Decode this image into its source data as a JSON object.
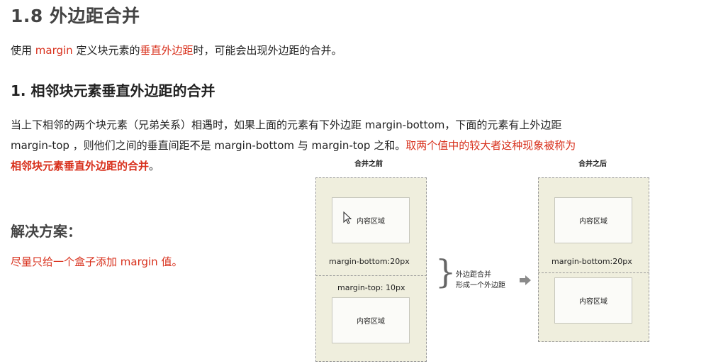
{
  "heading": "1.8 外边距合并",
  "intro": {
    "p1": "使用 ",
    "code": "margin",
    "p2": " 定义块元素的",
    "highlight": "垂直外边距",
    "p3": "时，可能会出现外边距的合并。"
  },
  "section_title": "1. 相邻块元素垂直外边距的合并",
  "paragraph": {
    "t1": "当上下相邻的两个块元素（兄弟关系）相遇时，如果上面的元素有下外边距 margin-bottom，下面的元素有上外边距 margin-top ，则他们之间的垂直间距不是 margin-bottom 与 margin-top 之和。",
    "t2": "取两个值中的较大者这种现象被称为",
    "t3": "相邻块元素垂直外边距的合并",
    "t4": "。"
  },
  "solution_title": "解决方案：",
  "solution_text": "尽量只给一个盒子添加 margin 值。",
  "diagram": {
    "before_label": "合并之前",
    "after_label": "合并之后",
    "content_label": "内容区域",
    "margin_bottom": "margin-bottom:20px",
    "margin_top": "margin-top: 10px",
    "annotation_line1": "外边距合并",
    "annotation_line2": "形成一个外边距"
  },
  "colors": {
    "accent_red": "#d8301c",
    "margin_area": "#efeedd",
    "content_area": "#fbfbf8"
  }
}
